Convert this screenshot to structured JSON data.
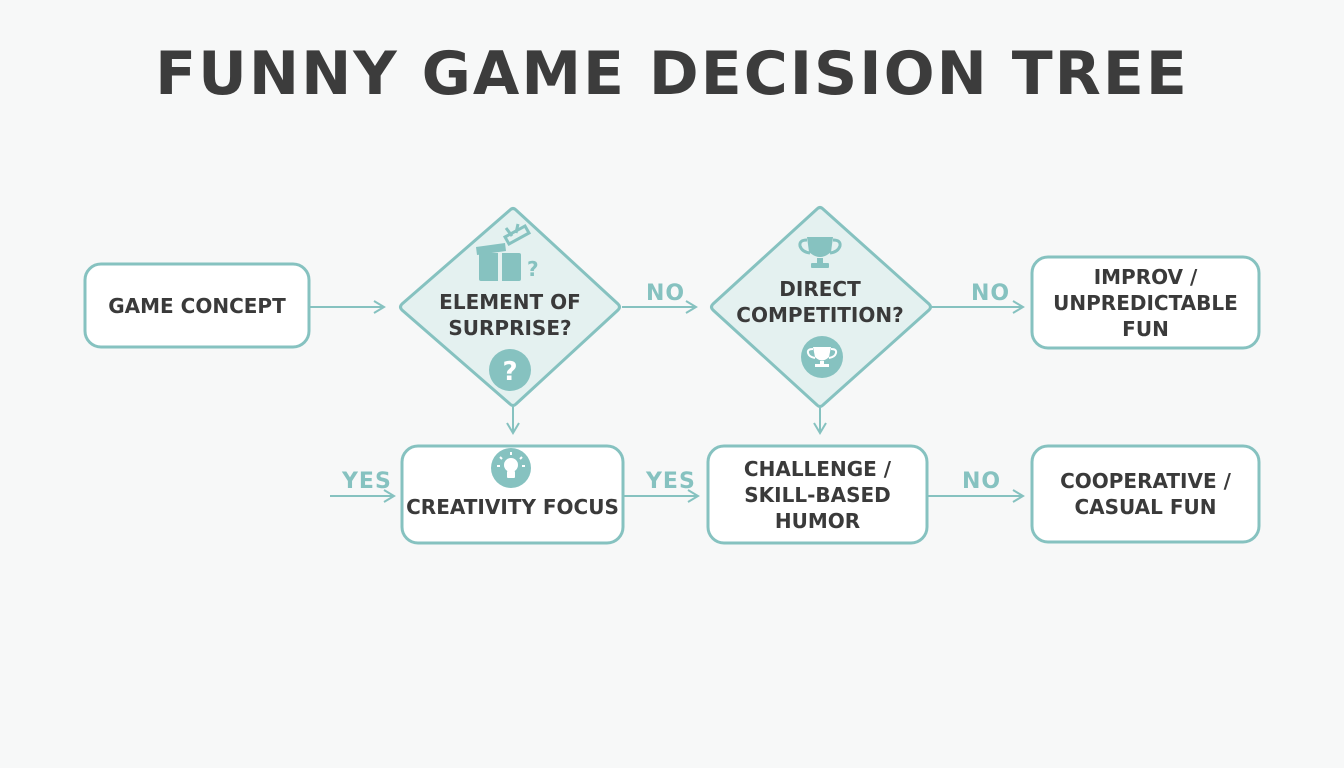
{
  "title": "FUNNY GAME DECISION TREE",
  "colors": {
    "accent": "#86c2c0",
    "fill": "#e4f1f0",
    "text": "#3a3a3a",
    "background": "#f7f8f8"
  },
  "nodes": {
    "game_concept": "GAME CONCEPT",
    "element_of_surprise": [
      "ELEMENT OF",
      "SURPRISE?"
    ],
    "direct_competition": [
      "DIRECT",
      "COMPETITION?"
    ],
    "improv": [
      "IMPROV /",
      "UNPREDICTABLE FUN"
    ],
    "creativity_focus": "CREATIVITY FOCUS",
    "challenge": [
      "CHALLENGE /",
      "SKILL-BASED",
      "HUMOR"
    ],
    "cooperative": [
      "COOPERATIVE /",
      "CASUAL FUN"
    ]
  },
  "edges": {
    "no_1": "NO",
    "no_2": "NO",
    "yes_1": "YES",
    "yes_2": "YES",
    "no_3": "NO"
  },
  "icons": {
    "surprise_top": "gift-box-icon",
    "surprise_bottom": "question-mark-icon",
    "competition_top": "trophy-icon",
    "competition_bottom": "trophy-icon",
    "creativity": "lightbulb-icon"
  }
}
